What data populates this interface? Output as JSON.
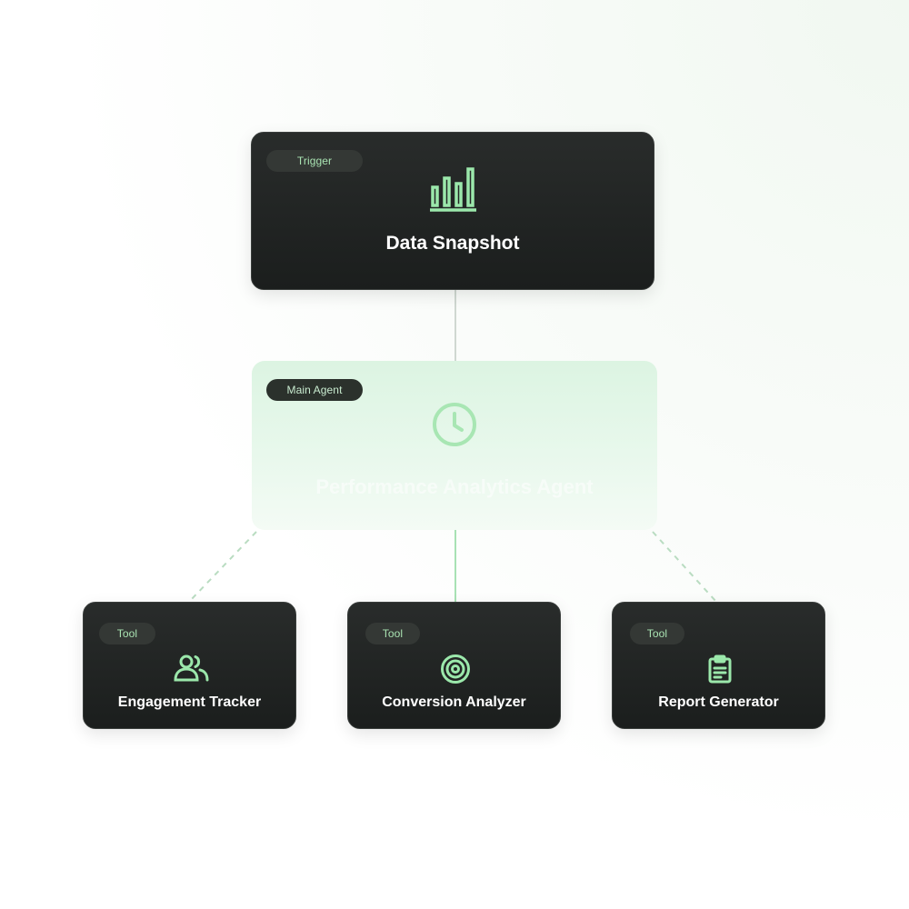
{
  "colors": {
    "accent": "#9be8ab",
    "card_bg": "#1f2221",
    "agent_bg": "#e1f6e6",
    "connector": "#b9dcc1"
  },
  "trigger": {
    "badge": "Trigger",
    "icon": "bar-chart-icon",
    "title": "Data Snapshot"
  },
  "agent": {
    "badge": "Main Agent",
    "icon": "clock-icon",
    "title": "Performance Analytics Agent"
  },
  "tools": [
    {
      "badge": "Tool",
      "icon": "users-icon",
      "title": "Engagement Tracker"
    },
    {
      "badge": "Tool",
      "icon": "target-icon",
      "title": "Conversion Analyzer"
    },
    {
      "badge": "Tool",
      "icon": "clipboard-icon",
      "title": "Report Generator"
    }
  ]
}
